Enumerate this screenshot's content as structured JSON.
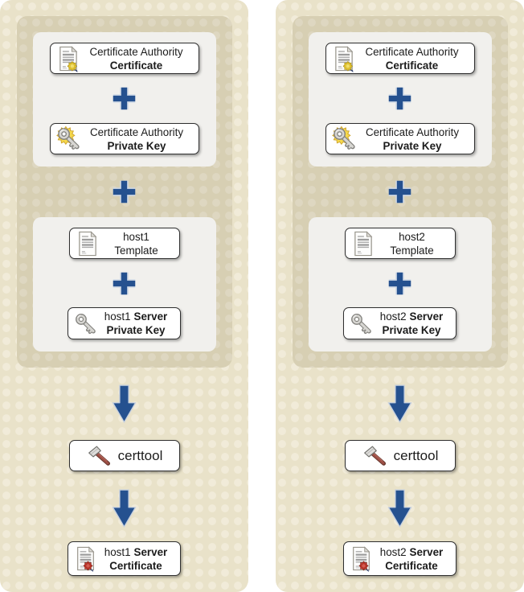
{
  "colors": {
    "accent-blue": "#25518f",
    "outer-bg": "#e9e2c9",
    "outer-dot": "#f1ebd9",
    "inner-bg": "#d7cfb3",
    "inner-dot": "#ded7c1",
    "card-bg": "#f1f0ed"
  },
  "columns": [
    {
      "host": "host1",
      "ca_certificate": {
        "icon": "certificate-gold-seal-icon",
        "line1": "Certificate Authority",
        "line2": "Certificate"
      },
      "plus1": "+",
      "ca_private_key": {
        "icon": "key-sunburst-icon",
        "line1": "Certificate Authority",
        "line2": "Private Key"
      },
      "plus2": "+",
      "template": {
        "icon": "document-icon",
        "line1": "host1",
        "line2": "Template"
      },
      "plus3": "+",
      "server_private_key": {
        "icon": "key-icon",
        "line1_host": "host1",
        "line1_bold": "Server",
        "line2": "Private Key"
      },
      "certtool": {
        "icon": "hammer-icon",
        "label": "certtool"
      },
      "server_certificate": {
        "icon": "certificate-red-seal-icon",
        "line1_host": "host1",
        "line1_bold": "Server",
        "line2": "Certificate"
      }
    },
    {
      "host": "host2",
      "ca_certificate": {
        "icon": "certificate-gold-seal-icon",
        "line1": "Certificate Authority",
        "line2": "Certificate"
      },
      "plus1": "+",
      "ca_private_key": {
        "icon": "key-sunburst-icon",
        "line1": "Certificate Authority",
        "line2": "Private Key"
      },
      "plus2": "+",
      "template": {
        "icon": "document-icon",
        "line1": "host2",
        "line2": "Template"
      },
      "plus3": "+",
      "server_private_key": {
        "icon": "key-icon",
        "line1_host": "host2",
        "line1_bold": "Server",
        "line2": "Private Key"
      },
      "certtool": {
        "icon": "hammer-icon",
        "label": "certtool"
      },
      "server_certificate": {
        "icon": "certificate-red-seal-icon",
        "line1_host": "host2",
        "line1_bold": "Server",
        "line2": "Certificate"
      }
    }
  ]
}
